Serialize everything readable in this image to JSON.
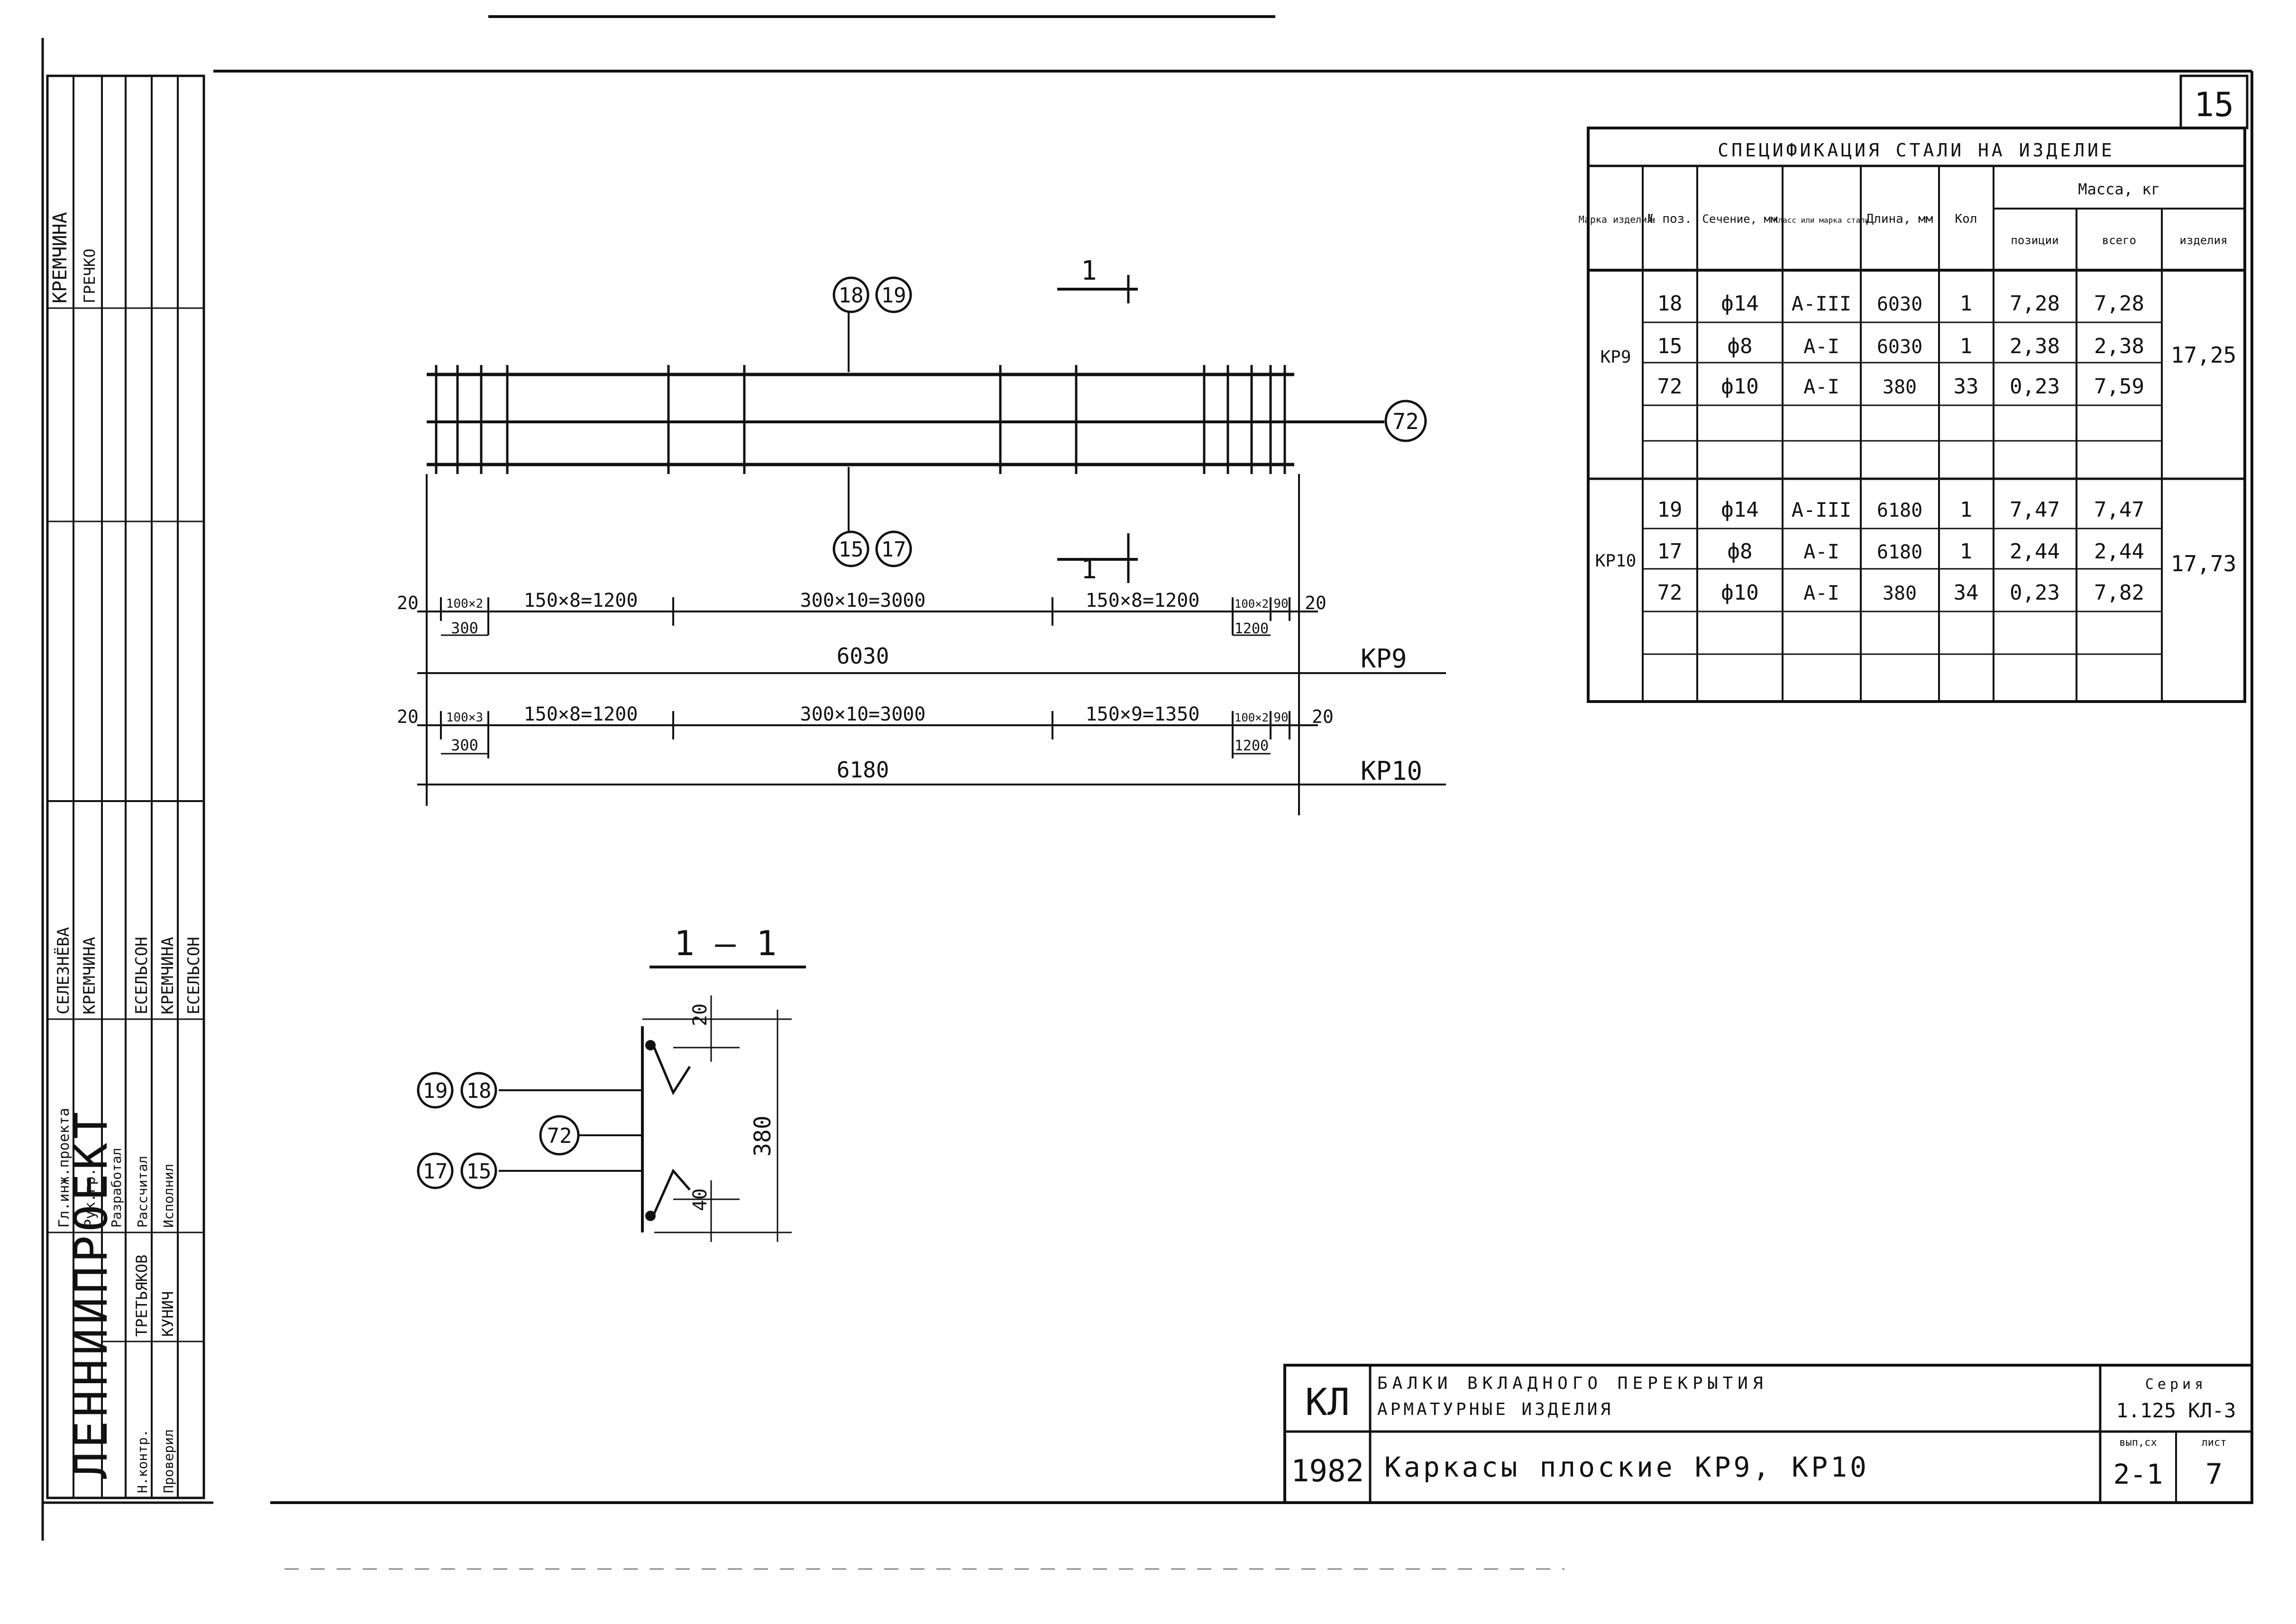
{
  "sheet": {
    "sheet_number": "15",
    "organization": "ЛЕННИИПРОЕКТ",
    "sidebar_roles": [
      "Гл.инж.проекта",
      "Рук.гр.",
      "Разработал",
      "Рассчитал",
      "Исполнил",
      "Н.контр.",
      "Проверил"
    ],
    "sidebar_names": [
      "СЕЛЕЗНЁВА",
      "КРЕМЧИНА",
      "ЕСЕЛЬСОН",
      "КРЕМЧИНА",
      "ЕСЕЛЬСОН",
      "ТРЕТЬЯКОВ",
      "КУНИЧ"
    ],
    "sidebar_top": [
      "КРЕМЧИНА",
      "ГРЕЧКО"
    ]
  },
  "drawing": {
    "callout_top": [
      "18",
      "19"
    ],
    "callout_bottom": [
      "15",
      "17"
    ],
    "callout_right": "72",
    "section_mark": "1",
    "kp9": {
      "name": "КР9",
      "dims": [
        "20",
        "100×2",
        "150×8=1200",
        "300×10=3000",
        "150×8=1200",
        "100×2",
        "90",
        "20"
      ],
      "sub_dims": [
        "300",
        "1200"
      ],
      "total": "6030"
    },
    "kp10": {
      "name": "КР10",
      "dims": [
        "20",
        "100×3",
        "150×8=1200",
        "300×10=3000",
        "150×9=1350",
        "100×2",
        "90",
        "20"
      ],
      "sub_dims": [
        "300",
        "1200"
      ],
      "total": "6180"
    },
    "section": {
      "title": "1 — 1",
      "callout_top": [
        "19",
        "18"
      ],
      "callout_mid": "72",
      "callout_bot": [
        "17",
        "15"
      ],
      "dim_top": "20",
      "dim_bot": "40",
      "height": "380"
    }
  },
  "table": {
    "title": "СПЕЦИФИКАЦИЯ СТАЛИ НА ИЗДЕЛИЕ",
    "headers": {
      "marka": "Марка изделия",
      "poz": "№ поз.",
      "sech": "Сечение, мм",
      "klass": "Класс или марка стали",
      "dlina": "Длина, мм",
      "kol": "Кол",
      "massa": "Масса, кг",
      "massa_poz": "позиции",
      "massa_vsego": "всего",
      "massa_izd": "изделия"
    },
    "groups": [
      {
        "marka": "КР9",
        "total": "17,25",
        "rows": [
          [
            "18",
            "ф14",
            "А-III",
            "6030",
            "1",
            "7,28",
            "7,28"
          ],
          [
            "15",
            "ф8",
            "А-I",
            "6030",
            "1",
            "2,38",
            "2,38"
          ],
          [
            "72",
            "ф10",
            "А-I",
            "380",
            "33",
            "0,23",
            "7,59"
          ]
        ]
      },
      {
        "marka": "КР10",
        "total": "17,73",
        "rows": [
          [
            "19",
            "ф14",
            "А-III",
            "6180",
            "1",
            "7,47",
            "7,47"
          ],
          [
            "17",
            "ф8",
            "А-I",
            "6180",
            "1",
            "2,44",
            "2,44"
          ],
          [
            "72",
            "ф10",
            "А-I",
            "380",
            "34",
            "0,23",
            "7,82"
          ]
        ]
      }
    ]
  },
  "title_block": {
    "kl": "КЛ",
    "year": "1982",
    "line1": "БАЛКИ ВКЛАДНОГО ПЕРЕКРЫТИЯ",
    "line2": "АРМАТУРНЫЕ ИЗДЕЛИЯ",
    "name": "Каркасы плоские КР9, КР10",
    "seria_label": "Серия",
    "seria": "1.125 КЛ-3",
    "vyp_label": "вып,сх",
    "vyp": "2-1",
    "list_label": "лист",
    "list": "7"
  }
}
